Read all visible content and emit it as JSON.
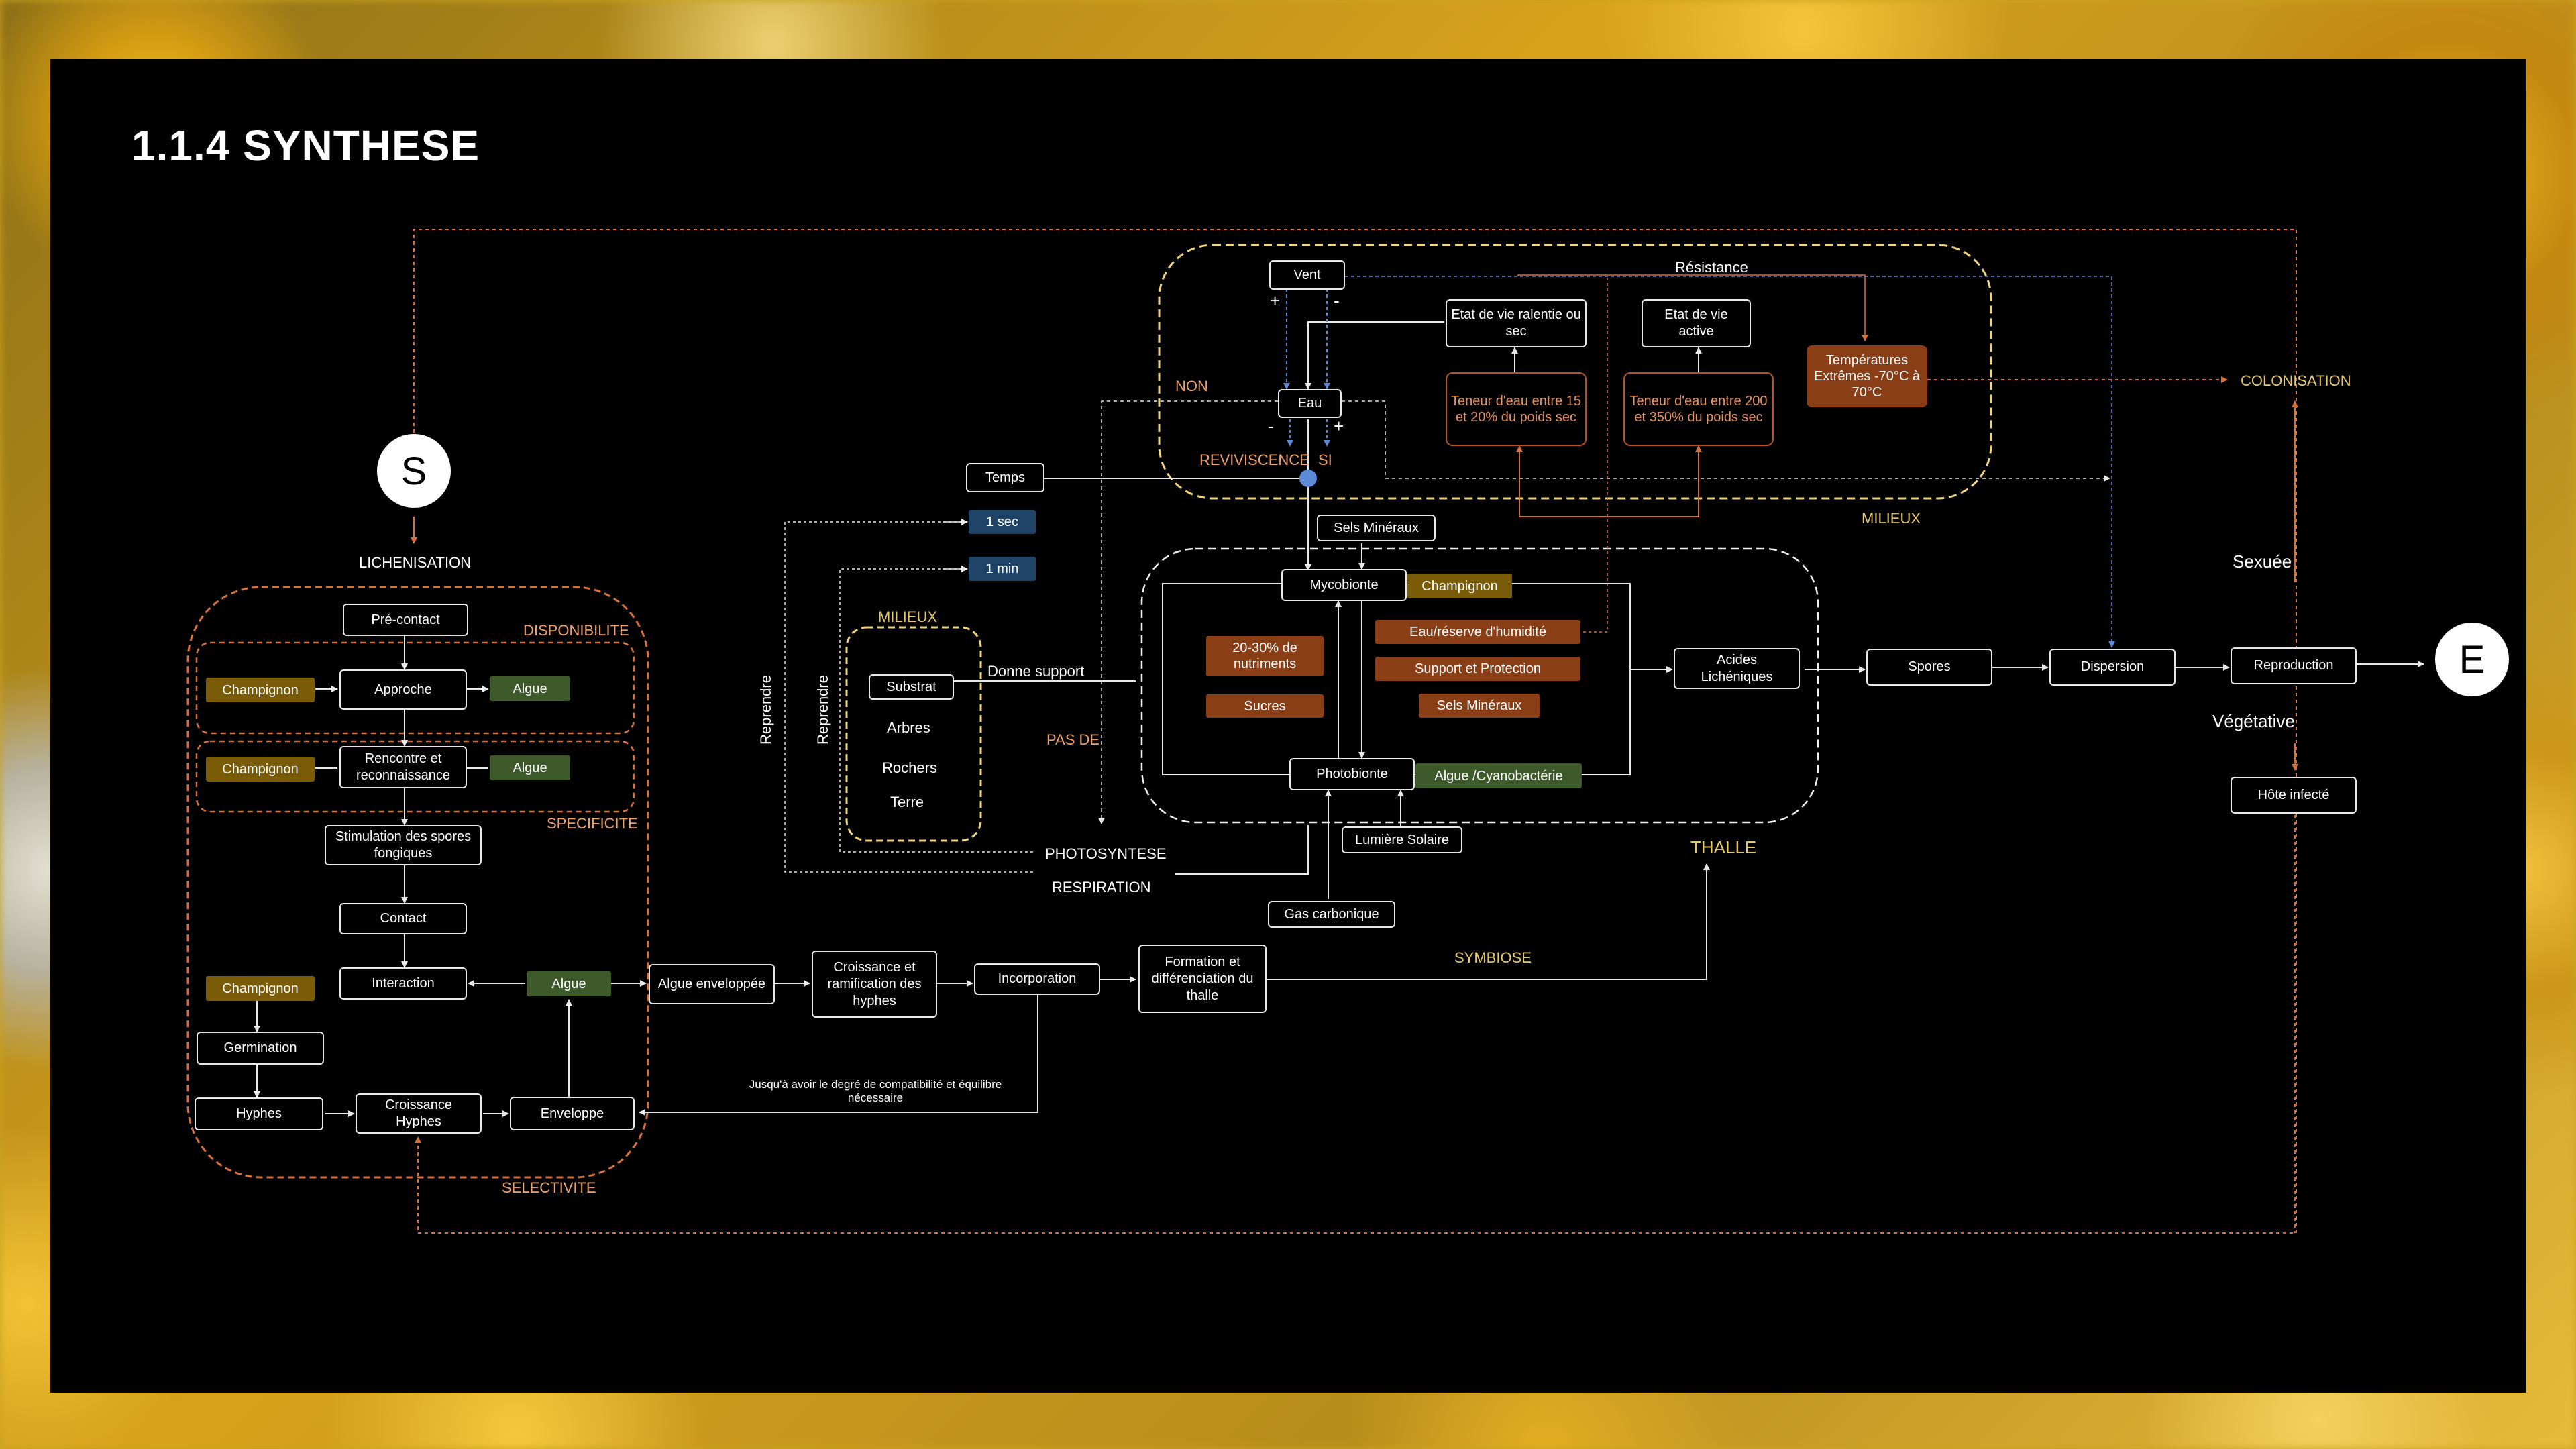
{
  "title": "1.1.4 SYNTHESE",
  "start_node": "S",
  "end_node": "E",
  "section_labels": {
    "lichenisation": "LICHENISATION",
    "disponibilite": "DISPONIBILITE",
    "specificite": "SPECIFICITE",
    "selectivite": "SELECTIVITE",
    "milieux_left": "MILIEUX",
    "milieux_top": "MILIEUX",
    "thalle": "THALLE",
    "symbiose": "SYMBIOSE",
    "colonisation": "COLONISATION",
    "resistance": "Résistance",
    "non": "NON",
    "si": "SI",
    "reviviscence": "REVIVISCENCE",
    "pas_de": "PAS DE",
    "photosynthese": "PHOTOSYNTESE",
    "respiration": "RESPIRATION",
    "reprendre_1": "Reprendre",
    "reprendre_2": "Reprendre",
    "donne_support": "Donne support",
    "sexuee": "Sexuée",
    "vegetative": "Végétative",
    "compatibilite": "Jusqu'à avoir le degré de compatibilité et équilibre nécessaire",
    "plus_1": "+",
    "minus_1": "-",
    "minus_2": "-",
    "plus_2": "+"
  },
  "left_flow": {
    "pre_contact": "Pré-contact",
    "approche": "Approche",
    "rencontre": "Rencontre et reconnaissance",
    "stimulation": "Stimulation des spores fongiques",
    "contact": "Contact",
    "interaction": "Interaction",
    "germination": "Germination",
    "hyphes": "Hyphes",
    "croissance_hyphes": "Croissance Hyphes",
    "enveloppe": "Enveloppe",
    "champignon_1": "Champignon",
    "champignon_2": "Champignon",
    "champignon_3": "Champignon",
    "algue_1": "Algue",
    "algue_2": "Algue",
    "algue_3": "Algue"
  },
  "bottom_flow": {
    "algue_enveloppee": "Algue enveloppée",
    "croissance_ramification": "Croissance et ramification des hyphes",
    "incorporation": "Incorporation",
    "formation": "Formation et différenciation du thalle"
  },
  "milieux_list": {
    "substrat": "Substrat",
    "arbres": "Arbres",
    "rochers": "Rochers",
    "terre": "Terre"
  },
  "time": {
    "temps": "Temps",
    "sec": "1 sec",
    "min": "1 min"
  },
  "water": {
    "vent": "Vent",
    "eau": "Eau",
    "etat_ralentie": "Etat de vie ralentie ou sec",
    "etat_active": "Etat de vie active",
    "teneur_1": "Teneur d'eau entre 15 et 20% du poids sec",
    "teneur_2": "Teneur d'eau entre 200 et 350% du poids sec",
    "temperatures": "Températures Extrêmes -70°C à 70°C"
  },
  "thalle": {
    "sels_mineraux_top": "Sels Minéraux",
    "mycobionte": "Mycobionte",
    "champignon": "Champignon",
    "nutriments": "20-30% de nutriments",
    "sucres": "Sucres",
    "eau_reserve": "Eau/réserve d'humidité",
    "support": "Support et Protection",
    "sels_mineraux": "Sels Minéraux",
    "photobionte": "Photobionte",
    "algue_cyano": "Algue /Cyanobactérie",
    "lumiere": "Lumière Solaire",
    "gas": "Gas carbonique",
    "acides": "Acides Lichéniques"
  },
  "right_flow": {
    "spores": "Spores",
    "dispersion": "Dispersion",
    "reproduction": "Reproduction",
    "hote": "Hôte infecté"
  },
  "colors": {
    "panel": "#000000",
    "ochre": "#7a5c08",
    "green": "#3f5a2a",
    "rust": "#8a3e16",
    "navy": "#1f4468",
    "orange_line": "#d9703a",
    "blue_line": "#5b8ad6",
    "yellow_dash": "#f0d27a"
  }
}
